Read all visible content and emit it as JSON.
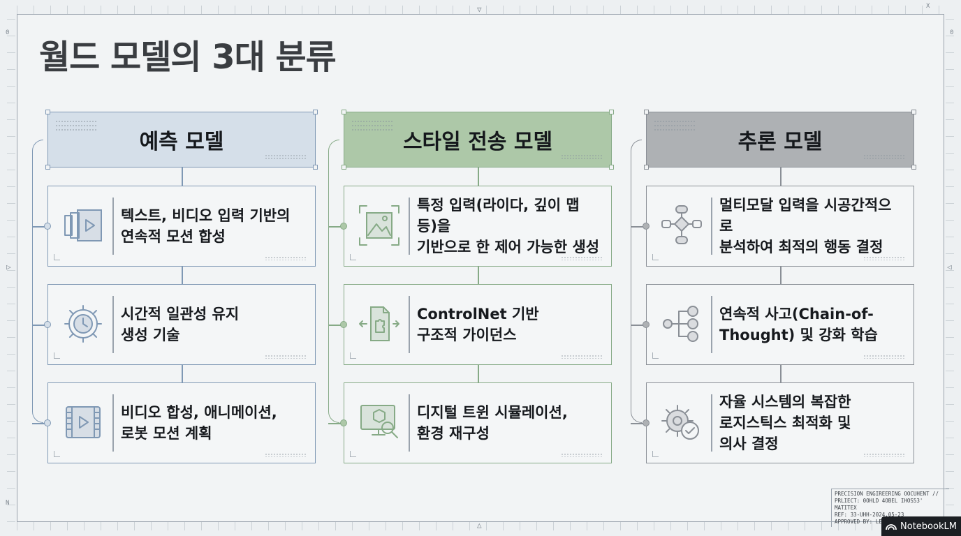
{
  "title": "월드 모델의 3대 분류",
  "columns": [
    {
      "header": "예측 모델",
      "accent": "#7f98b4",
      "header_fill": "#d5dfe9",
      "items": [
        {
          "text": "텍스트, 비디오 입력 기반의\n연속적 모션 합성",
          "icon": "video-frames-icon"
        },
        {
          "text": "시간적 일관성 유지\n생성 기술",
          "icon": "gear-clock-icon"
        },
        {
          "text": "비디오 합성, 애니메이션,\n로봇 모션 계획",
          "icon": "film-strip-play-icon"
        }
      ]
    },
    {
      "header": "스타일 전송 모델",
      "accent": "#86aa86",
      "header_fill": "#adc8a8",
      "items": [
        {
          "text": "특정 입력(라이다, 깊이 맵 등)을\n기반으로 한 제어 가능한 생성",
          "icon": "landscape-image-icon"
        },
        {
          "text": "ControlNet 기반\n구조적 가이던스",
          "icon": "document-puzzle-icon"
        },
        {
          "text": "디지털 트윈 시뮬레이션,\n환경 재구성",
          "icon": "monitor-magnifier-icon"
        }
      ]
    },
    {
      "header": "추론 모델",
      "accent": "#8a8f96",
      "header_fill": "#aeb1b4",
      "items": [
        {
          "text": "멀티모달 입력을 시공간적으로\n분석하여 최적의 행동 결정",
          "icon": "decision-flow-icon"
        },
        {
          "text": "연속적 사고(Chain-of-\nThought) 및 강화 학습",
          "icon": "branching-nodes-icon"
        },
        {
          "text": "자율 시스템의 복잡한\n로지스틱스 최적화 및\n의사 결정",
          "icon": "gear-check-icon"
        }
      ]
    }
  ],
  "stamp": [
    "PRECISION ENGIREERING OOCUHENT //",
    "PRLIECT: 0OHLD 4OBEL IHOS53' MATITEX",
    "REF: 33-UHH-2024.05-23",
    "APPROVED BY: LEAD ENGINEER"
  ],
  "brand": "NotebookLM",
  "ruler_marks": {
    "top_center": "▽",
    "bottom_center": "△",
    "left_mid": "▷",
    "right_mid": "◁",
    "top_left": "0",
    "top_right": "0",
    "corner_x": "X",
    "bottom_left": "N"
  }
}
